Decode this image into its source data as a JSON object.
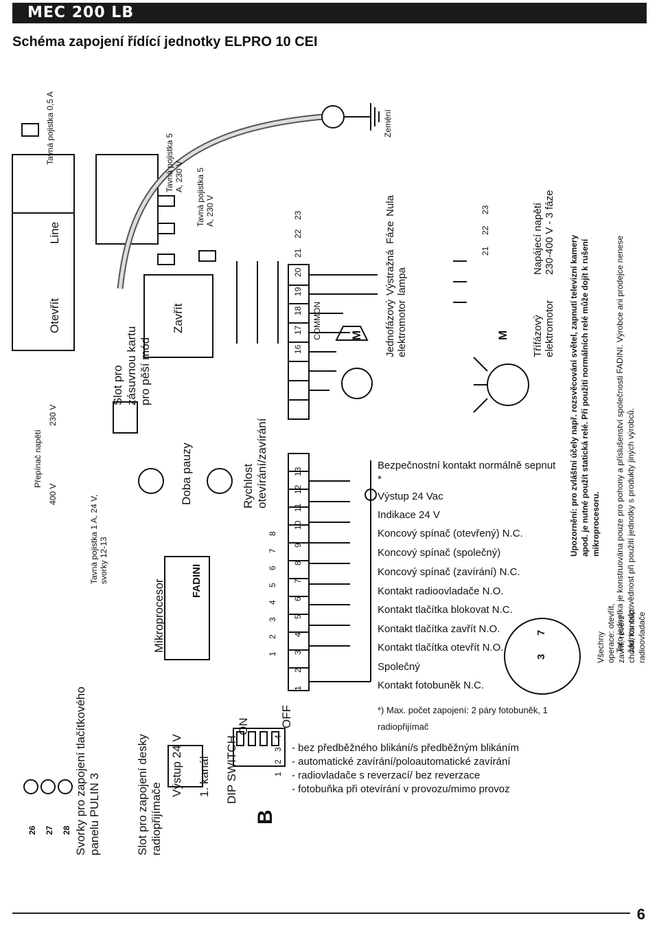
{
  "header": {
    "title": "MEC 200 LB"
  },
  "page_title": "Schéma zapojení řídící jednotky ELPRO 10 CEI",
  "labels": {
    "fuse_05a": "Tavná pojistka 0,5 A",
    "line": "Line",
    "open": "Otevřít",
    "close": "Zavřít",
    "fuse_5a_1": "Tavná pojistka 5 A, 230 V",
    "fuse_5a_2": "Tavná pojistka 5 A, 230 V",
    "earth": "Zemění",
    "voltage_switch": "Přepínač napětí",
    "v400": "400 V",
    "v230": "230 V",
    "fuse_1a": "Tavná pojistka 1 A, 24 V, svorky 12-13",
    "slot_card": "Slot pro zásuvnou kartu pro pěší mód",
    "microprocessor": "Mikroprocesor",
    "pause_time": "Doba pauzy",
    "speed": "Rychlost otevírání/zavírání",
    "pulin_terminals": "Svorky pro zapojení tlačítkového panelu PULIN 3",
    "radio_slot": "Slot pro zapojení desky radiopřijímače",
    "output_24v": "Výstup 24 V",
    "channel1": "1. kanál",
    "dip_switch": "DIP SWITCH",
    "on": "ON",
    "off": "OFF",
    "single_phase_motor": "Jednofázový elektromotor",
    "warning_lamp": "Výstražná lampa",
    "phase": "Fáze",
    "neutral": "Nula",
    "three_phase_motor": "Třífázový elektromotor",
    "supply": "Napájecí napětí 230-400 V - 3 fáze",
    "common": "COMMON",
    "motor_m": "M",
    "fadini": "FADINI",
    "dip_b": "B"
  },
  "terminals_top": [
    "16",
    "17",
    "18",
    "19",
    "20",
    "21",
    "22",
    "23"
  ],
  "terminals_bottom": [
    "1",
    "2",
    "3",
    "4",
    "5",
    "6",
    "7",
    "8",
    "9",
    "10",
    "11",
    "12",
    "13"
  ],
  "terminals_3ph": [
    "21",
    "22",
    "23"
  ],
  "terminals_pulin": [
    "26",
    "27",
    "28"
  ],
  "dip_numbers": [
    "1",
    "2",
    "3",
    "4",
    "5",
    "6",
    "7",
    "8"
  ],
  "dip_small_numbers": [
    "1",
    "2",
    "3",
    "4"
  ],
  "legend": [
    "Bezpečnostní kontakt normálně sepnut *",
    "Výstup 24 Vac",
    "Indikace 24 V",
    "Koncový spínač (otevřený) N.C.",
    "Koncový spínač (společný)",
    "Koncový spínač (zavírání) N.C.",
    "Kontakt radioovladače N.O.",
    "Kontakt tlačítka blokovat N.C.",
    "Kontakt tlačítka zavřít N.O.",
    "Kontakt tlačítka otevřít N.O.",
    "Společný",
    "Kontakt fotobuněk N.C."
  ],
  "footnote": "*) Max. počet zapojení: 2 páry fotobuněk, 1 radiopřijímač",
  "dip_modes": [
    "- bez předběžného blikání/s předběžným blikáním",
    "- automatické zavírání/poloautomatické zavírání",
    "- radiovladače s reverzací/ bez reverzace",
    "- fotobuňka při otevírání v provozu/mimo provoz"
  ],
  "warning": "Upozornění: pro zvláštní účely např. rozsvěcování světel, zapnutí televizní kamery apod. je nutné použít statická relé. Při použití normálních relé může dojít k rušení mikroprocesoru.",
  "disclaimer": "Tato jednotka je konstruována pouze pro pohony a příslušenství společnosti FADINI. Výrobce ani prodejce nenese žádnou odpovědnost při použití jednotky s produkty jiných výrobců.",
  "all_ops_note": "Všechny operace: otevřít, zavřít, reverz chodu, kontakt radioovladače",
  "small_term": {
    "a": "7",
    "b": "3"
  },
  "page_number": "6"
}
